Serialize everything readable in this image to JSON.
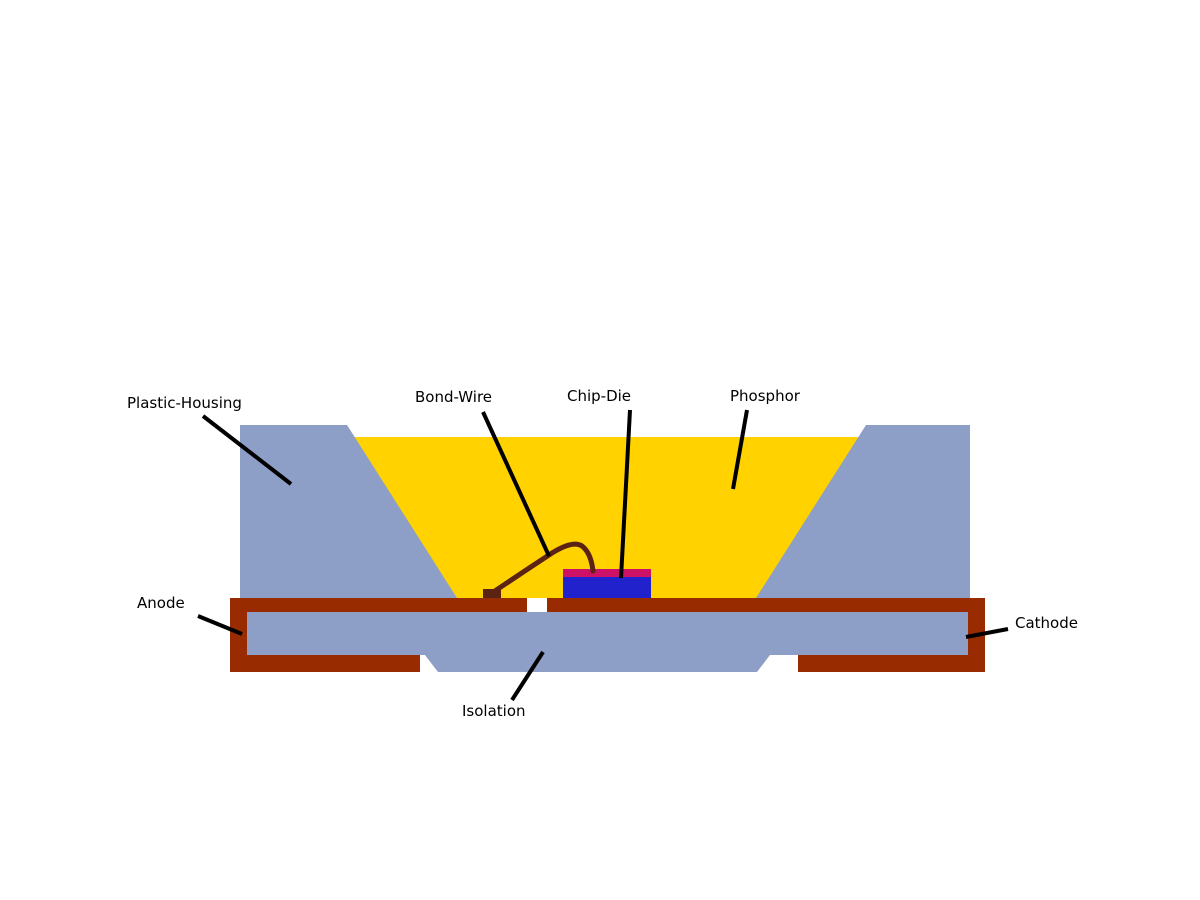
{
  "diagram": {
    "labels": {
      "plastic_housing": "Plastic-Housing",
      "bond_wire": "Bond-Wire",
      "chip_die": "Chip-Die",
      "phosphor": "Phosphor",
      "anode": "Anode",
      "cathode": "Cathode",
      "isolation": "Isolation"
    },
    "colors": {
      "background": "#ffffff",
      "housing": "#8d9ec7",
      "phosphor": "#ffd200",
      "lead_frame": "#992b00",
      "chip_die": "#2222cc",
      "chip_die_top": "#cc1166",
      "bond_wire": "#5b2312",
      "leader_line": "#000000",
      "label_text": "#000000"
    }
  }
}
